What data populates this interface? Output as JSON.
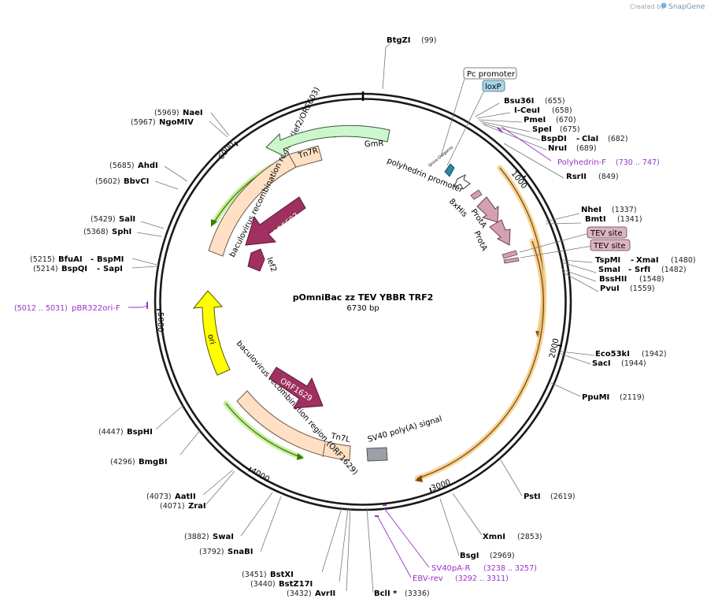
{
  "watermark": "Created by",
  "brand": "SnapGene",
  "plasmid": {
    "name": "pOmniBac zz TEV YBBR TRF2",
    "length": "6730 bp"
  },
  "tick_labels": [
    "1000",
    "2000",
    "3000",
    "4000",
    "5000",
    "6000"
  ],
  "sites": {
    "BtgZI": {
      "name": "BtgZI",
      "pos": "(99)"
    },
    "Bsu36I": {
      "name": "Bsu36I",
      "pos": "(655)"
    },
    "I_CeuI": {
      "name": "I-CeuI",
      "pos": "(658)"
    },
    "PmeI": {
      "name": "PmeI",
      "pos": "(670)"
    },
    "SpeI": {
      "name": "SpeI",
      "pos": "(675)"
    },
    "BspDI": {
      "name": "BspDI",
      "name2": "ClaI",
      "pos": "(682)"
    },
    "NruI": {
      "name": "NruI",
      "pos": "(689)"
    },
    "RsrII": {
      "name": "RsrII",
      "pos": "(849)"
    },
    "NheI": {
      "name": "NheI",
      "pos": "(1337)"
    },
    "BmtI": {
      "name": "BmtI",
      "pos": "(1341)"
    },
    "TspMI": {
      "name": "TspMI",
      "name2": "XmaI",
      "pos": "(1480)"
    },
    "SmaI": {
      "name": "SmaI",
      "name2": "SrfI",
      "pos": "(1482)"
    },
    "BssHII": {
      "name": "BssHII",
      "pos": "(1548)"
    },
    "PvuI": {
      "name": "PvuI",
      "pos": "(1559)"
    },
    "Eco53kI": {
      "name": "Eco53kI",
      "pos": "(1942)"
    },
    "SacI": {
      "name": "SacI",
      "pos": "(1944)"
    },
    "PpuMI": {
      "name": "PpuMI",
      "pos": "(2119)"
    },
    "PstI": {
      "name": "PstI",
      "pos": "(2619)"
    },
    "XmnI": {
      "name": "XmnI",
      "pos": "(2853)"
    },
    "BsgI": {
      "name": "BsgI",
      "pos": "(2969)"
    },
    "BclI": {
      "name": "BclI *",
      "pos": "(3336)"
    },
    "AvrII": {
      "name": "AvrII",
      "pos": "(3432)"
    },
    "BstZ17I": {
      "name": "BstZ17I",
      "pos": "(3440)"
    },
    "BstXI": {
      "name": "BstXI",
      "pos": "(3451)"
    },
    "SnaBI": {
      "name": "SnaBI",
      "pos": "(3792)"
    },
    "SwaI": {
      "name": "SwaI",
      "pos": "(3882)"
    },
    "ZraI": {
      "name": "ZraI",
      "pos": "(4071)"
    },
    "AatII": {
      "name": "AatII",
      "pos": "(4073)"
    },
    "BmgBI": {
      "name": "BmgBI",
      "pos": "(4296)"
    },
    "BspHI": {
      "name": "BspHI",
      "pos": "(4447)"
    },
    "BspQI": {
      "name": "BspQI",
      "name2": "SapI",
      "pos": "(5214)"
    },
    "BfuAI": {
      "name": "BfuAI",
      "name2": "BspMI",
      "pos": "(5215)"
    },
    "SphI": {
      "name": "SphI",
      "pos": "(5368)"
    },
    "SalI": {
      "name": "SalI",
      "pos": "(5429)"
    },
    "BbvCI": {
      "name": "BbvCI",
      "pos": "(5602)"
    },
    "AhdI": {
      "name": "AhdI",
      "pos": "(5685)"
    },
    "NgoMIV": {
      "name": "NgoMIV",
      "pos": "(5967)"
    },
    "NaeI": {
      "name": "NaeI",
      "pos": "(5969)"
    }
  },
  "primers": {
    "polyhedrinF": {
      "name": "Polyhedrin-F",
      "range": "(730 .. 747)"
    },
    "pBR322ori": {
      "name": "pBR322ori-F",
      "range": "(5012 .. 5031)"
    },
    "sv40pA": {
      "name": "SV40pA-R",
      "range": "(3238 .. 3257)"
    },
    "ebv": {
      "name": "EBV-rev",
      "range": "(3292 .. 3311)"
    }
  },
  "features": {
    "pc_promoter": "Pc promoter",
    "loxP": "loxP",
    "tev1": "TEV site",
    "tev2": "TEV site",
    "gmR": "GmR",
    "tn7r": "Tn7R",
    "tn7l": "Tn7L",
    "bac1": "baculovirus recombination region (lef2/ORF603)",
    "bac2": "baculovirus recombination region (ORF1629)",
    "orf603": "ORF603",
    "lef2": "lef2",
    "ori": "ori",
    "orf1629": "ORF1629",
    "sv40": "SV40 poly(A) signal",
    "polyh": "polyhedrin promoter",
    "his": "8xHis",
    "protA1": "ProtA",
    "protA2": "ProtA",
    "shine": "Shine-Dalgarno"
  },
  "colors": {
    "backbone": "#1a1a1a",
    "orange_arc": "#d98a1c",
    "green_arc": "#4f9a1e",
    "bac_region": "#ffe0c4",
    "gmR": "#ccf7cc",
    "orf": "#a0305f",
    "ori": "#ffff00",
    "protA": "#d4a0b4",
    "sv40": "#9aa0a6",
    "loxP": "#a9d5e8",
    "primer": "#9a31c9",
    "tev": "#dcb5c4"
  }
}
